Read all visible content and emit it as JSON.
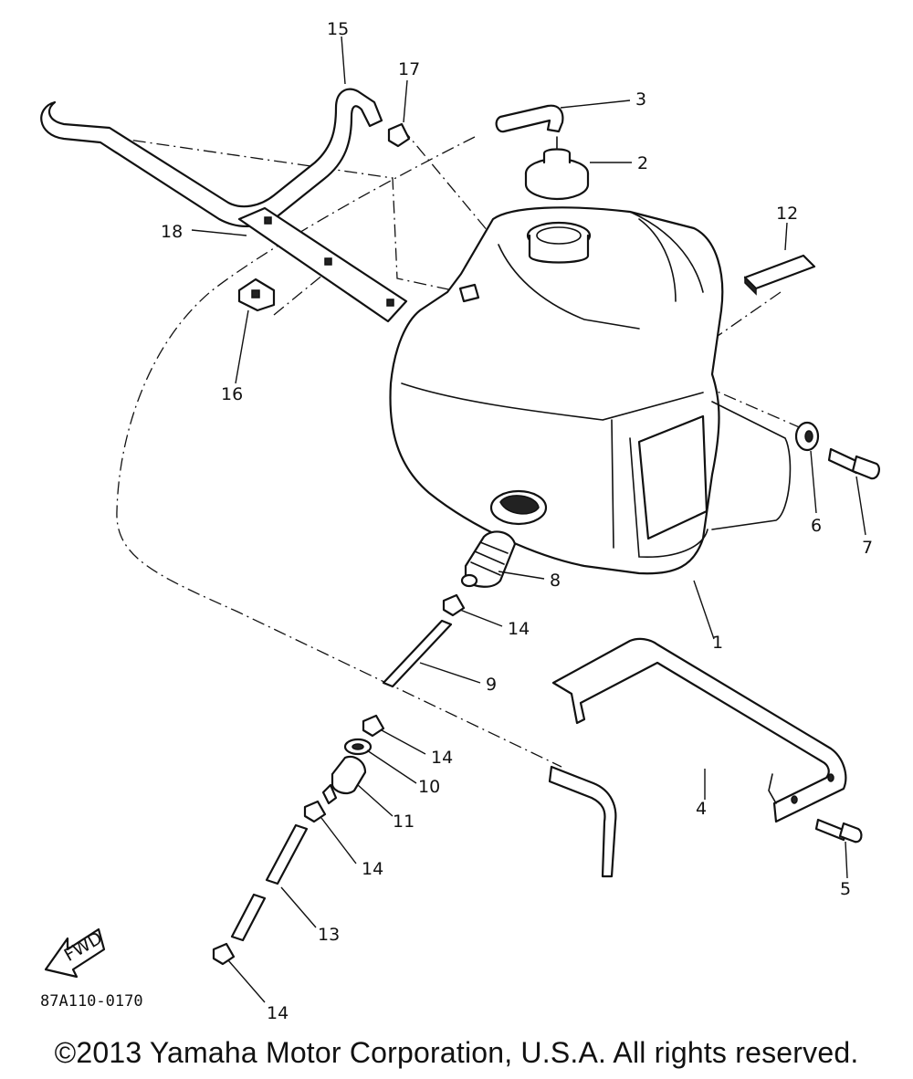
{
  "diagram": {
    "callouts": [
      {
        "id": "c1",
        "label": "1"
      },
      {
        "id": "c2",
        "label": "2"
      },
      {
        "id": "c3",
        "label": "3"
      },
      {
        "id": "c4",
        "label": "4"
      },
      {
        "id": "c5",
        "label": "5"
      },
      {
        "id": "c6",
        "label": "6"
      },
      {
        "id": "c7",
        "label": "7"
      },
      {
        "id": "c8",
        "label": "8"
      },
      {
        "id": "c9",
        "label": "9"
      },
      {
        "id": "c10",
        "label": "10"
      },
      {
        "id": "c11",
        "label": "11"
      },
      {
        "id": "c12",
        "label": "12"
      },
      {
        "id": "c13",
        "label": "13"
      },
      {
        "id": "c14a",
        "label": "14"
      },
      {
        "id": "c14b",
        "label": "14"
      },
      {
        "id": "c14c",
        "label": "14"
      },
      {
        "id": "c14d",
        "label": "14"
      },
      {
        "id": "c15",
        "label": "15"
      },
      {
        "id": "c16",
        "label": "16"
      },
      {
        "id": "c17",
        "label": "17"
      },
      {
        "id": "c18",
        "label": "18"
      }
    ],
    "fwd_label": "FWD",
    "diagram_code": "87A110-0170"
  },
  "copyright": "©2013 Yamaha Motor Corporation, U.S.A. All rights reserved."
}
